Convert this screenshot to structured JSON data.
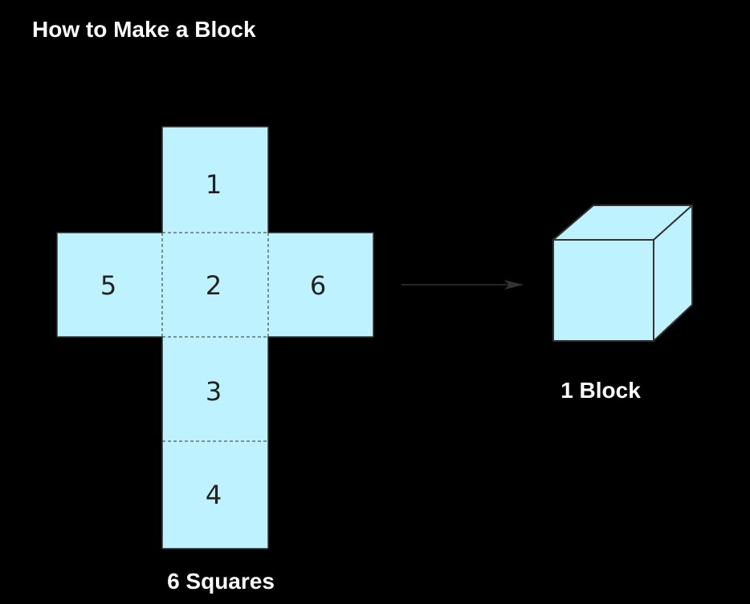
{
  "title": "How to Make a Block",
  "net": {
    "faces": [
      {
        "label": "1"
      },
      {
        "label": "5"
      },
      {
        "label": "2"
      },
      {
        "label": "6"
      },
      {
        "label": "3"
      },
      {
        "label": "4"
      }
    ],
    "caption": "6 Squares"
  },
  "block": {
    "caption": "1 Block"
  },
  "colors": {
    "background": "#000000",
    "face_fill": "#bdf2fe",
    "outline": "#333333",
    "label": "#222222",
    "caption": "#ffffff",
    "arrow": "#333333"
  },
  "icons": {
    "arrow": "right-arrow-icon",
    "cube": "cube-icon"
  }
}
